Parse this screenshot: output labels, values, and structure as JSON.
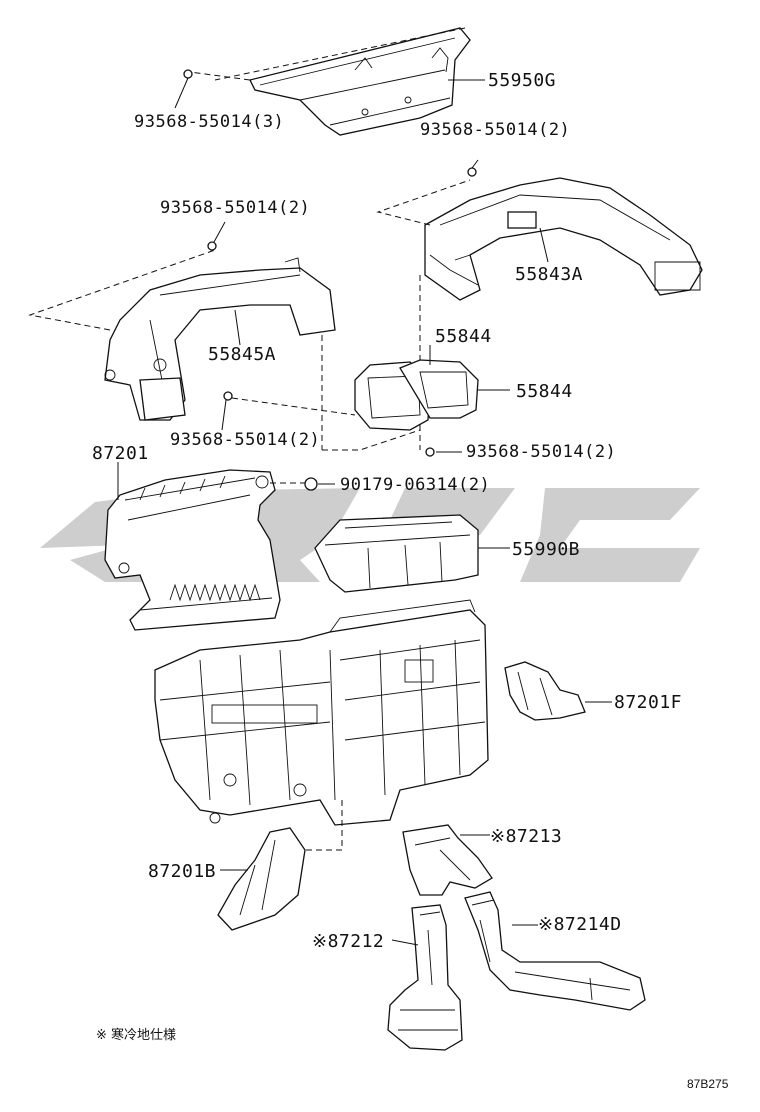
{
  "labels": {
    "screw_top": "93568-55014(3)",
    "panel_top": "55950G",
    "screw_right_top": "93568-55014(2)",
    "screw_left_mid": "93568-55014(2)",
    "duct_right": "55843A",
    "duct_left": "55845A",
    "nozzle_upper": "55844",
    "nozzle_lower": "55844",
    "screw_left_low": "93568-55014(2)",
    "screw_right_low": "93568-55014(2)",
    "duct_main": "87201",
    "nut": "90179-06314(2)",
    "grille": "55990B",
    "duct_f": "87201F",
    "duct_87213": "※87213",
    "duct_b": "87201B",
    "duct_87212": "※87212",
    "duct_87214d": "※87214D"
  },
  "footnote": "※ 寒冷地仕様",
  "figure_code": "87B275",
  "watermark_color": "#bdbdbd"
}
